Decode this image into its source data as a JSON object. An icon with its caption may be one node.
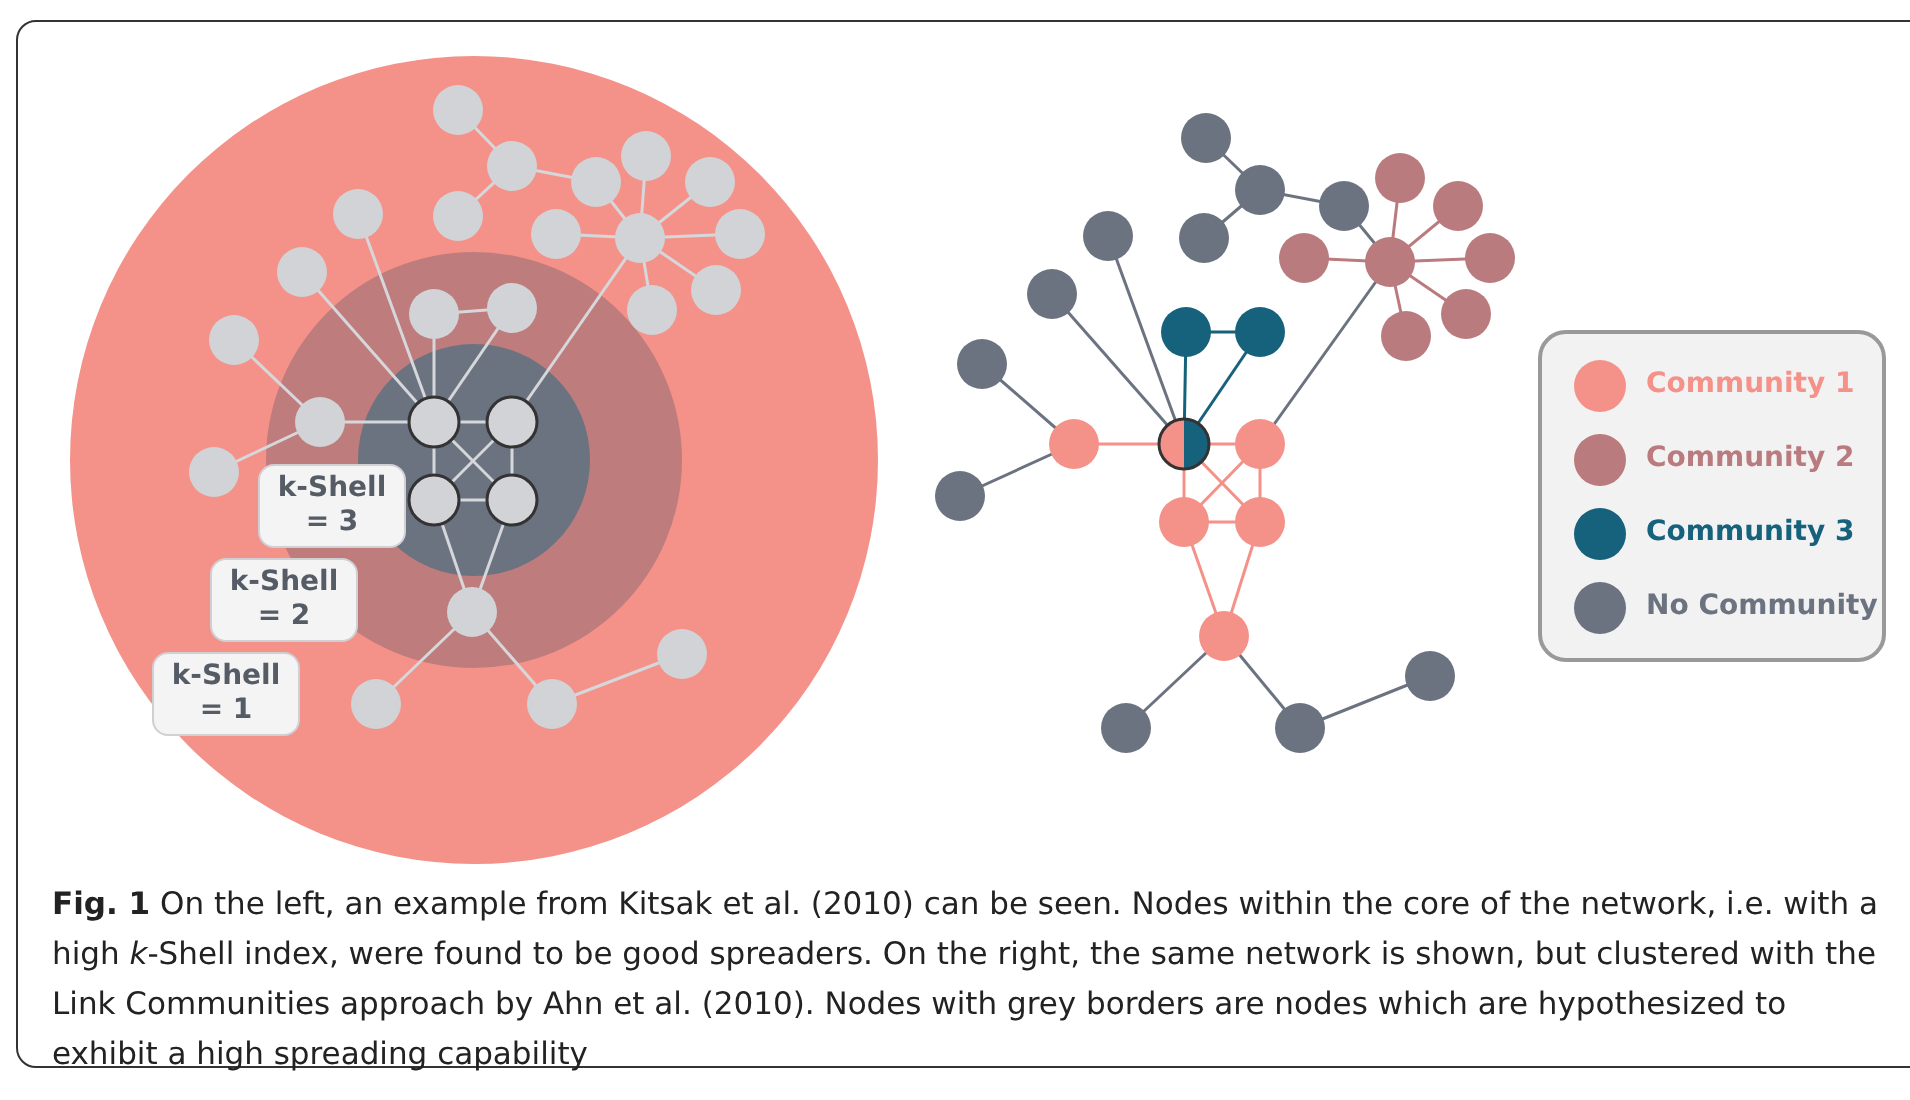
{
  "diagram": {
    "caption": "**Fig. 1**  On the left, an example from Kitsak et al. (2010) can be seen. Nodes within the core of the network, i.e. with a high *k*-Shell index, were found to be good spreaders. On the right, the same network is shown, but clustered with the Link Communities approach by Ahn et al. (2010). Nodes with grey borders are nodes which are hypothesized to exhibit a high spreading capability",
    "labels": [
      "k-Shell = 3",
      "k-Shell = 2",
      "k-Shell = 1"
    ],
    "legend": [
      {
        "text": "Community 1",
        "color": "#f4928a"
      },
      {
        "text": "Community 2",
        "color": "#b97b7d"
      },
      {
        "text": "Community 3",
        "color": "#16617b"
      },
      {
        "text": "No Community",
        "color": "#6b7280"
      }
    ]
  }
}
